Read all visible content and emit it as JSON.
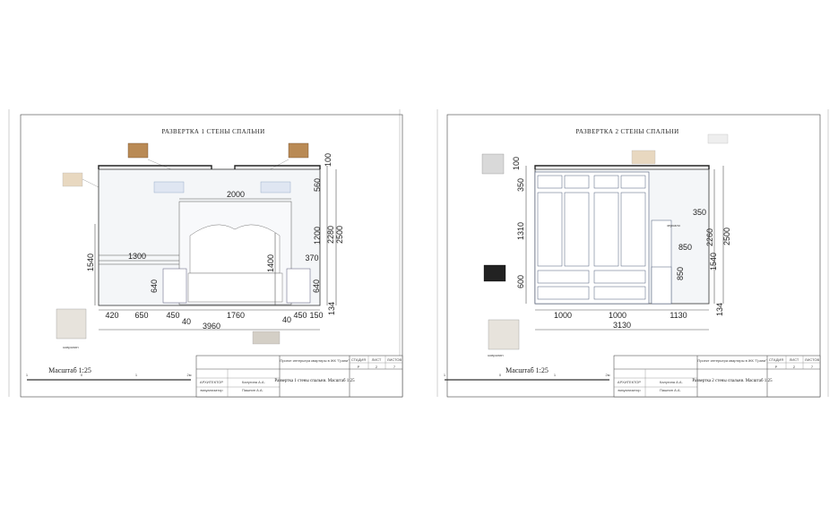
{
  "sheets": [
    {
      "title": "РАЗВЕРТКА  1  СТЕНЫ СПАЛЬНИ",
      "scale_label": "Масштаб 1:25",
      "scale_ticks": [
        "1",
        "0",
        "1",
        "2м"
      ],
      "dims": {
        "d2000": "2000",
        "d560": "560",
        "d100": "100",
        "d1200": "1200",
        "d2280": "2280",
        "d2500": "2500",
        "d1300": "1300",
        "d1540": "1540",
        "d1400": "1400",
        "d370": "370",
        "d640a": "640",
        "d640b": "640",
        "d134": "134",
        "d420": "420",
        "d650": "650",
        "d450a": "450",
        "d1760": "1760",
        "d450b": "450",
        "d150": "150",
        "d40a": "40",
        "d40b": "40",
        "d3960": "3960"
      },
      "material_label": "ковролин",
      "stamp": {
        "project": "Проект интерьера квартиры в ЖК \"Грани\"",
        "sheet_name": "Развертка 1 стены спальни. Масштаб 1:25",
        "stage_h": "СТАДИЯ",
        "sheet_h": "ЛИСТ",
        "sheets_h": "ЛИСТОВ",
        "stage": "Р",
        "sheet": "2",
        "sheets": "7",
        "role1": "АРХИТЕКТОР",
        "name1": "Калугина А.А.",
        "role2": "визуализатор",
        "name2": "Пашнин А.А."
      }
    },
    {
      "title": "РАЗВЕРТКА  2  СТЕНЫ СПАЛЬНИ",
      "scale_label": "Масштаб 1:25",
      "scale_ticks": [
        "1",
        "0",
        "1",
        "2м"
      ],
      "dims": {
        "d100": "100",
        "d350a": "350",
        "d1310": "1310",
        "d600": "600",
        "d350b": "350",
        "d850a": "850",
        "d850b": "850",
        "d2260": "2260",
        "d2500": "2500",
        "d1540": "1540",
        "d134": "134",
        "d1000a": "1000",
        "d1000b": "1000",
        "d1130": "1130",
        "d3130": "3130"
      },
      "mirror_label": "зеркало",
      "material_label": "ковролин",
      "stamp": {
        "project": "Проект интерьера квартиры в ЖК \"Грани\"",
        "sheet_name": "Развертка 2 стены спальни. Масштаб 1:25",
        "stage_h": "СТАДИЯ",
        "sheet_h": "ЛИСТ",
        "sheets_h": "ЛИСТОВ",
        "stage": "Р",
        "sheet": "2",
        "sheets": "7",
        "role1": "АРХИТЕКТОР",
        "name1": "Калугина А.А.",
        "role2": "визуализатор",
        "name2": "Пашнин А.А."
      }
    }
  ]
}
